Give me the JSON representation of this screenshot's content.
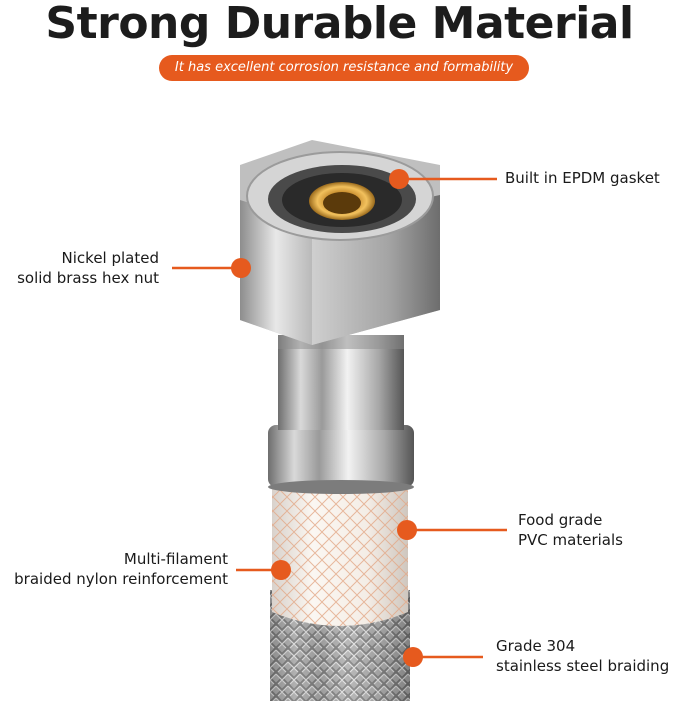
{
  "header": {
    "title": "Strong Durable Material",
    "subtitle": "It has excellent corrosion resistance and formability"
  },
  "callouts": [
    {
      "id": "epdm",
      "lines": [
        "Built in EPDM gasket"
      ]
    },
    {
      "id": "hexnut",
      "lines": [
        "Nickel plated",
        "solid brass hex nut"
      ]
    },
    {
      "id": "pvc",
      "lines": [
        "Food grade",
        "PVC materials"
      ]
    },
    {
      "id": "nylon",
      "lines": [
        "Multi-filament",
        "braided nylon reinforcement"
      ]
    },
    {
      "id": "steel",
      "lines": [
        "Grade 304",
        "stainless steel braiding"
      ]
    }
  ],
  "colors": {
    "accent": "#e65a1e",
    "text": "#1a1a1a"
  }
}
